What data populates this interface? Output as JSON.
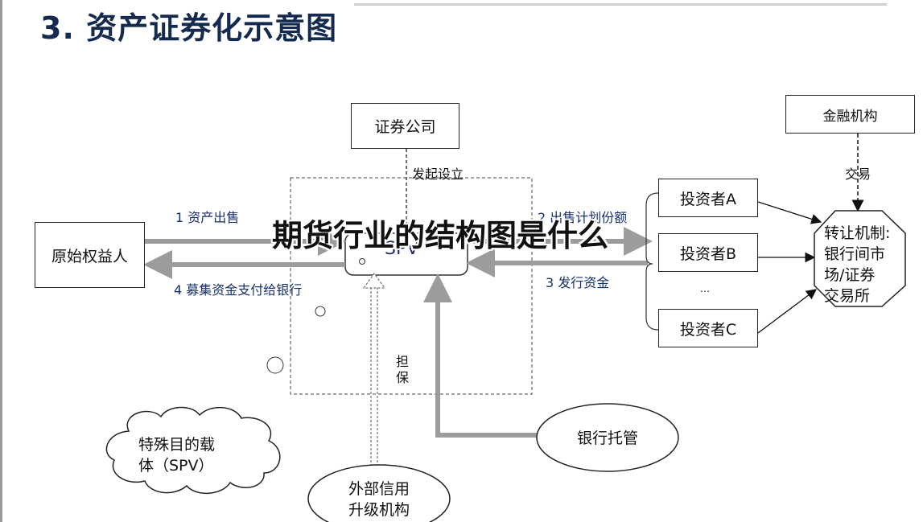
{
  "slide_title": "3. 资产证券化示意图",
  "overlay_title": "期货行业的结构图是什么",
  "nodes": {
    "securities_company": "证券公司",
    "financial_institution": "金融机构",
    "originator": "原始权益人",
    "spv": "SPV",
    "investor_a": "投资者A",
    "investor_b": "投资者B",
    "investor_c": "投资者C",
    "transfer_mechanism": [
      "转让机制:",
      "银行间市",
      "场/证券",
      "交易所"
    ],
    "bank_custody": "银行托管",
    "credit_enhancer": [
      "外部信用",
      "升级机构"
    ],
    "spv_cloud": [
      "特殊目的载",
      "体（SPV）"
    ]
  },
  "edges": {
    "initiate": "发起设立",
    "trade": "交易",
    "asset_sale": "1 资产出售",
    "sell_shares": "2 出售计划份额",
    "issue_funds": "3  发行资金",
    "raise_funds": "4 募集资金支付给银行",
    "guarantee": [
      "担",
      "保"
    ],
    "ellipsis": "…"
  },
  "colors": {
    "title": "#142a4e",
    "gray_arrow": "#9c9c9c",
    "label_blue": "#15306a"
  }
}
